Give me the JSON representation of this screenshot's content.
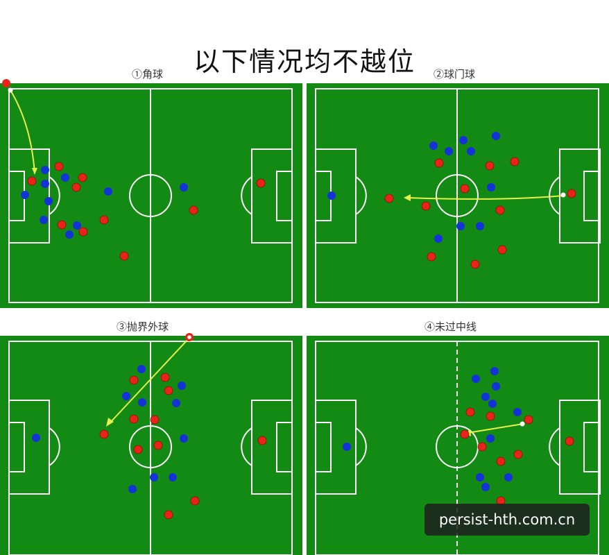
{
  "title": "以下情况均不越位",
  "panels": [
    {
      "label": "①角球"
    },
    {
      "label": "②球门球"
    },
    {
      "label": "③抛界外球"
    },
    {
      "label": "④未过中线"
    }
  ],
  "watermark": "persist-hth.com.cn",
  "colors": {
    "pitch": "#138a13",
    "pitch_border": "#0d5f0d",
    "line": "#ffffff",
    "team_red": "#e8231a",
    "team_blue": "#1433d6",
    "ball_path": "#e6f24a"
  }
}
